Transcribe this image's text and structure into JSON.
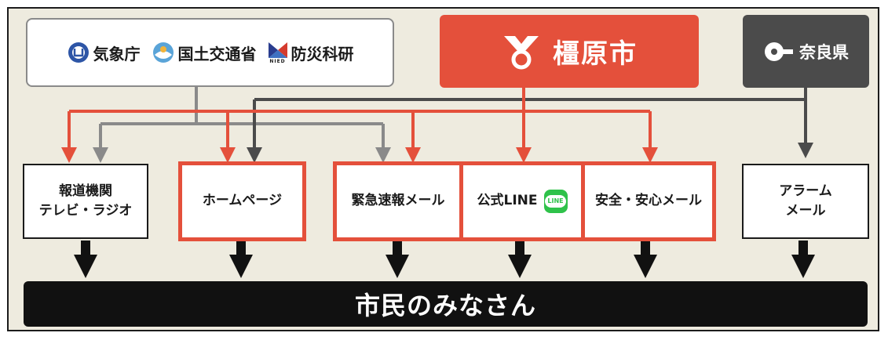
{
  "colors": {
    "red": "#e4503b",
    "dark": "#1a1a1a",
    "gray_box": "#4b4b4b",
    "gray_line": "#8a8a8a",
    "background": "#eeebdf"
  },
  "sources": {
    "national": {
      "items": [
        {
          "label": "気象庁",
          "icon": "jma-logo-icon"
        },
        {
          "label": "国土交通省",
          "icon": "mlit-logo-icon"
        },
        {
          "label": "防災科研",
          "icon": "nied-logo-icon"
        }
      ],
      "nied_small": "NIED"
    },
    "city": {
      "label": "橿原市",
      "icon": "kashihara-emblem-icon"
    },
    "prefecture": {
      "label": "奈良県",
      "icon": "nara-emblem-icon"
    }
  },
  "channels": {
    "media": {
      "line1": "報道機関",
      "line2": "テレビ・ラジオ"
    },
    "homepage": {
      "label": "ホームページ"
    },
    "emergency_mail": {
      "label": "緊急速報メール"
    },
    "line": {
      "label": "公式LINE",
      "badge": "LINE"
    },
    "safety_mail": {
      "label": "安全・安心メール"
    },
    "alarm_mail": {
      "line1": "アラーム",
      "line2": "メール"
    }
  },
  "citizens": {
    "label": "市民のみなさん"
  }
}
